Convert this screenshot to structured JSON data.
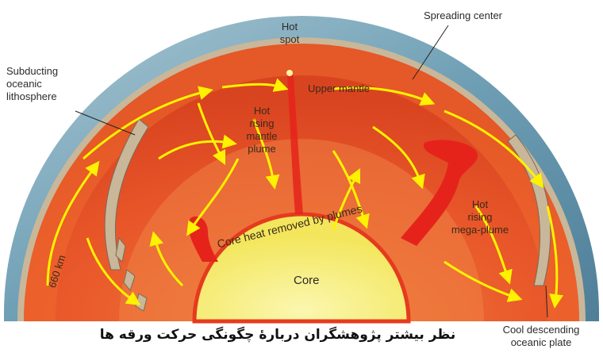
{
  "labels": {
    "hot_spot": "Hot\nspot",
    "spreading_center": "Spreading center",
    "subducting": "Subducting\noceanic\nlithosphere",
    "upper_mantle": "Upper mantle",
    "hot_rising_plume": "Hot\nrising\nmantle\nplume",
    "hot_rising_mega": "Hot\nrising\nmega-plume",
    "core_heat": "Core heat removed by plumes",
    "core": "Core",
    "depth": "660 km",
    "cool_descending": "Cool descending\noceanic plate"
  },
  "caption": "نظر بیشتر پژوهشگران دربارهٔ چگونگی حرکت ورقه ها",
  "colors": {
    "ocean": "#6f9fb5",
    "crust": "#c9b79a",
    "upper_mantle": "#e8541f",
    "lower_mantle": "#e9582a",
    "core": "#f6ee7a",
    "plume": "#e5231b",
    "arrow": "#fff200"
  }
}
